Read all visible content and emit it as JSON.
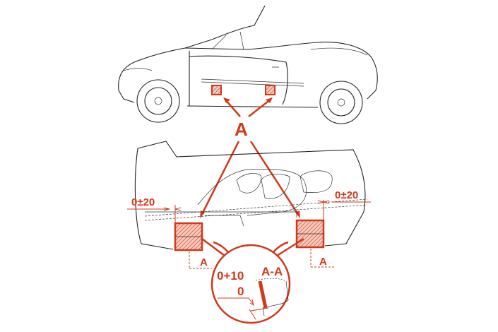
{
  "colors": {
    "accent": "#d0391a",
    "line": "#222222"
  },
  "labels": {
    "callout_main": "A",
    "dim_left": "0±20",
    "dim_right": "0±20",
    "section_left": "A",
    "section_right": "A",
    "detail_tol_upper": "0+10",
    "detail_tol_lower": "0",
    "detail_title": "A-A"
  }
}
